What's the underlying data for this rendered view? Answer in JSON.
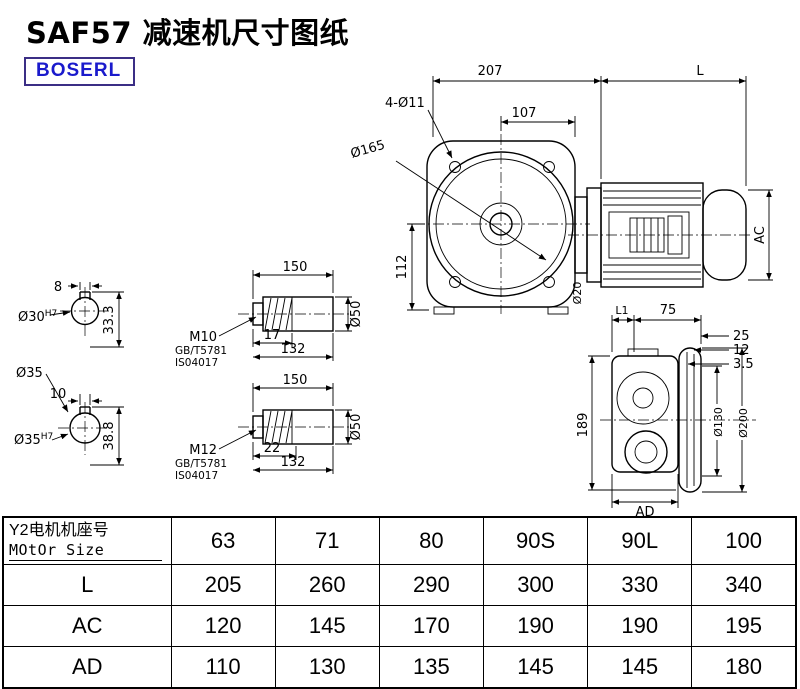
{
  "title": "SAF57 减速机尺寸图纸",
  "logo": "BOSERL",
  "main_view": {
    "dim_width": "207",
    "dim_motor_length": "L",
    "holes_label": "4-Ø11",
    "dim_107": "107",
    "dia_165": "Ø165",
    "dim_112": "112",
    "dim_ac": "AC",
    "dia_20": "Ø20"
  },
  "shaft_sections": {
    "top": {
      "keyway_width": "8",
      "bore": "Ø30",
      "bore_tol": "H7",
      "keyway_depth": "33.3"
    },
    "shaft_dia_label": "Ø35",
    "bottom": {
      "keyway_width": "10",
      "bore": "Ø35",
      "bore_tol": "H7",
      "keyway_depth": "38.8"
    }
  },
  "shaft_views": {
    "top": {
      "length": "150",
      "thread": "M10",
      "std_1": "GB/T5781",
      "std_2": "IS04017",
      "thread_len": "17",
      "body_len": "132",
      "dia": "Ø50"
    },
    "bottom": {
      "length": "150",
      "thread": "M12",
      "std_1": "GB/T5781",
      "std_2": "IS04017",
      "thread_len": "22",
      "body_len": "132",
      "dia": "Ø50"
    }
  },
  "side_view": {
    "dim_l1": "L1",
    "dim_75": "75",
    "dim_25": "25",
    "dim_12": "12",
    "dim_3_5": "3.5",
    "dim_189": "189",
    "dia_130": "Ø130",
    "dia_200": "Ø200",
    "dim_ad": "AD"
  },
  "table": {
    "row_label_cn": "Y2电机机座号",
    "row_label_en": "MOtOr Size",
    "motor_sizes": [
      "63",
      "71",
      "80",
      "90S",
      "90L",
      "100"
    ],
    "rows": [
      {
        "label": "L",
        "values": [
          "205",
          "260",
          "290",
          "300",
          "330",
          "340"
        ]
      },
      {
        "label": "AC",
        "values": [
          "120",
          "145",
          "170",
          "190",
          "190",
          "195"
        ]
      },
      {
        "label": "AD",
        "values": [
          "110",
          "130",
          "135",
          "145",
          "145",
          "180"
        ]
      }
    ]
  }
}
